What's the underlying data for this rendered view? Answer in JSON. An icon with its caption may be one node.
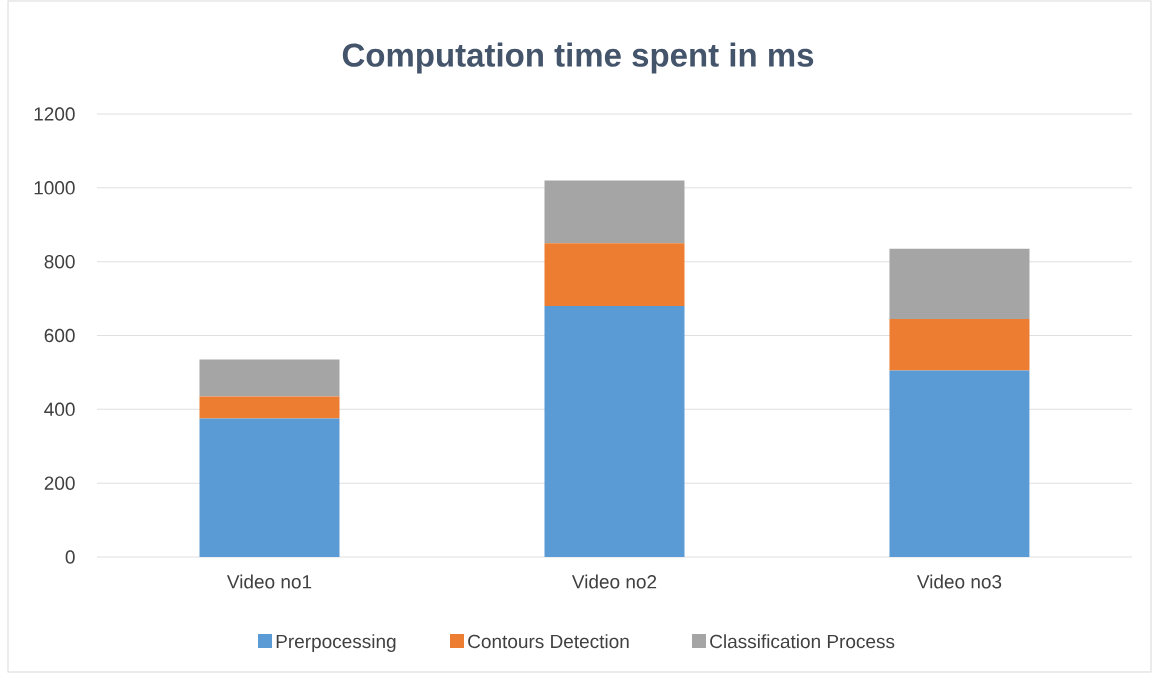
{
  "diagram": {
    "chart_data": {
      "type": "bar",
      "title": "Computation time spent in ms",
      "stacked": true,
      "orientation": "vertical",
      "categories": [
        "Video no1",
        "Video no2",
        "Video no3"
      ],
      "series": [
        {
          "name": "Prerpocessing",
          "color": "#5b9bd5",
          "values": [
            375,
            680,
            505
          ]
        },
        {
          "name": "Contours Detection",
          "color": "#ed7d31",
          "values": [
            60,
            170,
            140
          ]
        },
        {
          "name": "Classification Process",
          "color": "#a5a5a5",
          "values": [
            100,
            170,
            190
          ]
        }
      ],
      "grid": "y",
      "legend": "bottom",
      "ylim": [
        0,
        1200
      ],
      "yticks": [
        0,
        200,
        400,
        600,
        800,
        1000,
        1200
      ]
    }
  }
}
